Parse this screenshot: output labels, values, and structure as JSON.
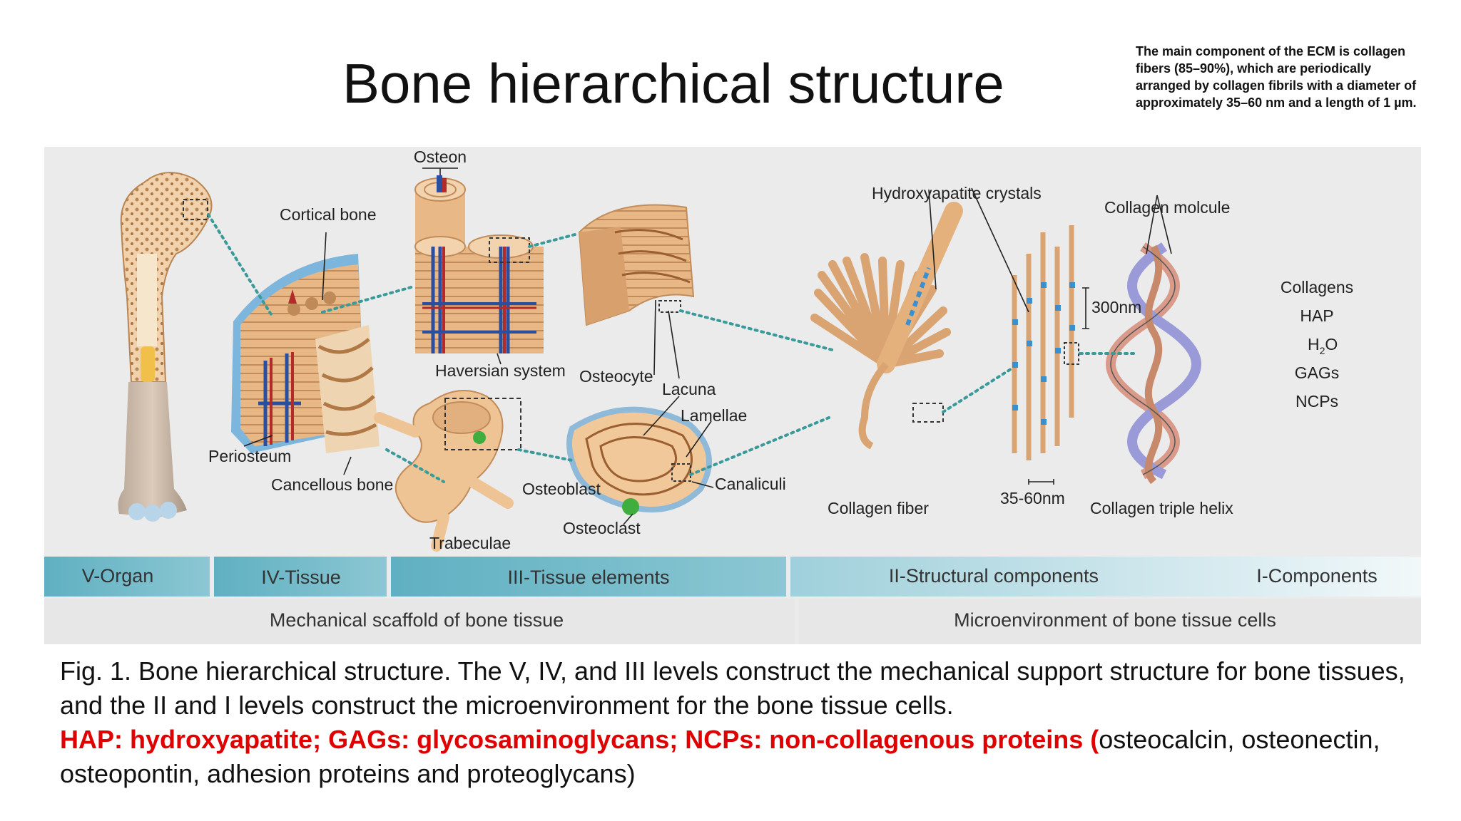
{
  "title": "Bone hierarchical structure",
  "note": "The main component of the ECM is collagen fibers (85–90%), which are periodically arranged by collagen fibrils with a diameter of approximately 35–60 nm and a length of 1 µm.",
  "labels": {
    "osteon": "Osteon",
    "cortical_bone": "Cortical bone",
    "haversian_system": "Haversian system",
    "osteocyte": "Osteocyte",
    "lacuna": "Lacuna",
    "lamellae": "Lamellae",
    "periosteum": "Periosteum",
    "cancellous_bone": "Cancellous bone",
    "osteoblast": "Osteoblast",
    "canaliculi": "Canaliculi",
    "osteoclast": "Osteoclast",
    "trabeculae": "Trabeculae",
    "hydroxyapatite_crystals": "Hydroxyapatite crystals",
    "collagen_molecule": "Collagen molcule",
    "spacing_300": "300nm",
    "diameter": "35-60nm",
    "collagen_fiber": "Collagen fiber",
    "triple_helix": "Collagen triple helix"
  },
  "components": {
    "collagens": "Collagens",
    "hap": "HAP",
    "water_main": "H",
    "water_sub": "2",
    "water_end": "O",
    "gags": "GAGs",
    "ncps": "NCPs"
  },
  "levels": [
    "V-Organ",
    "IV-Tissue",
    "III-Tissue elements",
    "II-Structural components",
    "I-Components"
  ],
  "functions": [
    "Mechanical scaffold of bone tissue",
    "Microenvironment of bone tissue cells"
  ],
  "colors": {
    "bone": "#e9b783",
    "vessel_red": "#b32a2a",
    "vessel_blue": "#2a4fa0",
    "teal_bar": "#6fb5c4",
    "connector": "#3a9a9a",
    "highlight_red": "#e00000"
  },
  "caption": {
    "line1": "Fig. 1. Bone hierarchical structure. The V, IV, and III levels construct the mechanical support structure for bone tissues, and the II and I levels construct the microenvironment for the bone tissue cells.",
    "red_part": "HAP: hydroxyapatite; GAGs: glycosaminoglycans; NCPs: non-collagenous proteins (",
    "rest": "osteocalcin, osteonectin, osteopontin, adhesion proteins and proteoglycans)"
  }
}
